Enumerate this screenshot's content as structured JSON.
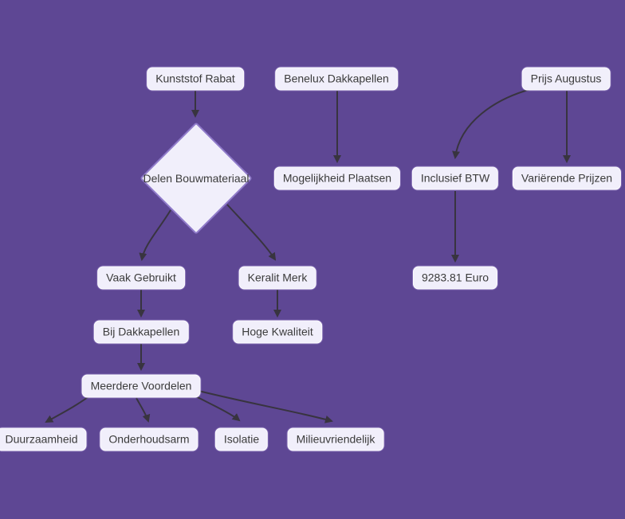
{
  "diagram": {
    "type": "flowchart",
    "colors": {
      "background": "#5e4794",
      "node_fill": "#f1effb",
      "node_border": "#fdfcff",
      "node_text": "#3b3b3b",
      "edge_color": "#38343f",
      "diamond_border": "#8f7ac9"
    },
    "nodes": [
      {
        "id": "kunststof-rabat",
        "label": "Kunststof Rabat",
        "shape": "rect"
      },
      {
        "id": "benelux-dakkapellen",
        "label": "Benelux Dakkapellen",
        "shape": "rect"
      },
      {
        "id": "prijs-augustus",
        "label": "Prijs Augustus",
        "shape": "rect"
      },
      {
        "id": "delen-bouwmateriaal",
        "label": "Delen Bouwmateriaal",
        "shape": "diamond"
      },
      {
        "id": "mogelijkheid-plaatsen",
        "label": "Mogelijkheid Plaatsen",
        "shape": "rect"
      },
      {
        "id": "inclusief-btw",
        "label": "Inclusief BTW",
        "shape": "rect"
      },
      {
        "id": "varierende-prijzen",
        "label": "Variërende Prijzen",
        "shape": "rect"
      },
      {
        "id": "vaak-gebruikt",
        "label": "Vaak Gebruikt",
        "shape": "rect"
      },
      {
        "id": "keralit-merk",
        "label": "Keralit Merk",
        "shape": "rect"
      },
      {
        "id": "bedrag-euro",
        "label": "9283.81 Euro",
        "shape": "rect"
      },
      {
        "id": "bij-dakkapellen",
        "label": "Bij Dakkapellen",
        "shape": "rect"
      },
      {
        "id": "hoge-kwaliteit",
        "label": "Hoge Kwaliteit",
        "shape": "rect"
      },
      {
        "id": "meerdere-voordelen",
        "label": "Meerdere Voordelen",
        "shape": "rect"
      },
      {
        "id": "duurzaamheid",
        "label": "Duurzaamheid",
        "shape": "rect"
      },
      {
        "id": "onderhoudsarm",
        "label": "Onderhoudsarm",
        "shape": "rect"
      },
      {
        "id": "isolatie",
        "label": "Isolatie",
        "shape": "rect"
      },
      {
        "id": "milieuvriendelijk",
        "label": "Milieuvriendelijk",
        "shape": "rect"
      }
    ],
    "edges": [
      {
        "from": "Kunststof Rabat",
        "to": "Delen Bouwmateriaal"
      },
      {
        "from": "Benelux Dakkapellen",
        "to": "Mogelijkheid Plaatsen"
      },
      {
        "from": "Prijs Augustus",
        "to": "Inclusief BTW"
      },
      {
        "from": "Prijs Augustus",
        "to": "Variërende Prijzen"
      },
      {
        "from": "Inclusief BTW",
        "to": "9283.81 Euro"
      },
      {
        "from": "Delen Bouwmateriaal",
        "to": "Vaak Gebruikt"
      },
      {
        "from": "Delen Bouwmateriaal",
        "to": "Keralit Merk"
      },
      {
        "from": "Vaak Gebruikt",
        "to": "Bij Dakkapellen"
      },
      {
        "from": "Keralit Merk",
        "to": "Hoge Kwaliteit"
      },
      {
        "from": "Bij Dakkapellen",
        "to": "Meerdere Voordelen"
      },
      {
        "from": "Meerdere Voordelen",
        "to": "Duurzaamheid"
      },
      {
        "from": "Meerdere Voordelen",
        "to": "Onderhoudsarm"
      },
      {
        "from": "Meerdere Voordelen",
        "to": "Isolatie"
      },
      {
        "from": "Meerdere Voordelen",
        "to": "Milieuvriendelijk"
      }
    ]
  }
}
